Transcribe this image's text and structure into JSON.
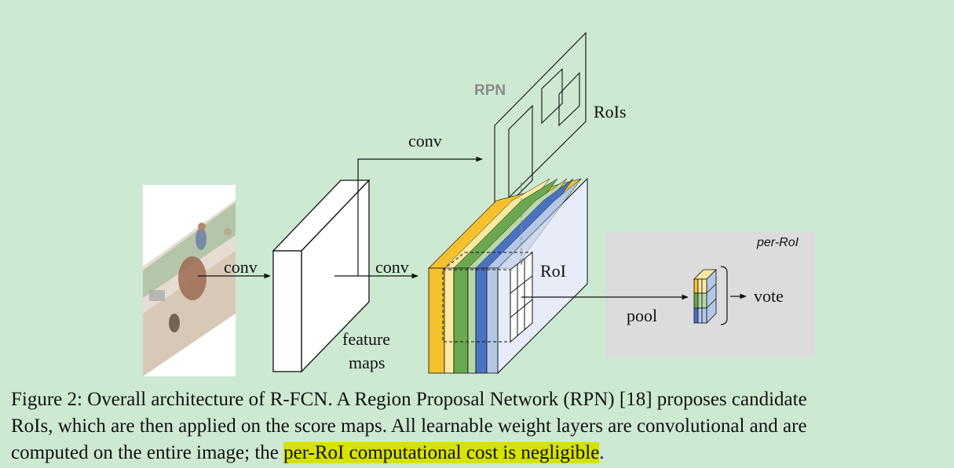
{
  "figure": {
    "labels": {
      "conv_input": "conv",
      "conv_top": "conv",
      "conv_mid": "conv",
      "feature_maps_1": "feature",
      "feature_maps_2": "maps",
      "rpn": "RPN",
      "rois": "RoIs",
      "roi": "RoI",
      "pool": "pool",
      "vote": "vote",
      "per_roi": "per-RoI"
    },
    "colors": {
      "background": "#cde9d2",
      "yellow": "#f5c12e",
      "light_yellow": "#fbe9a2",
      "green": "#6aa84f",
      "light_green": "#b6d7a8",
      "blue": "#4a72c4",
      "light_blue": "#b4c7e7",
      "score_face": "#e8ecf8",
      "per_roi_box": "#dcdcdc",
      "highlight": "#d6e200"
    }
  },
  "caption": {
    "line1": "Figure 2: Overall architecture of R-FCN. A Region Proposal Network (RPN) [18] proposes candidate",
    "line2": "RoIs, which are then applied on the score maps. All learnable weight layers are convolutional and are",
    "line3_before": "computed on the entire image; the ",
    "line3_highlight": "per-RoI computational cost is negligible",
    "line3_after": "."
  }
}
